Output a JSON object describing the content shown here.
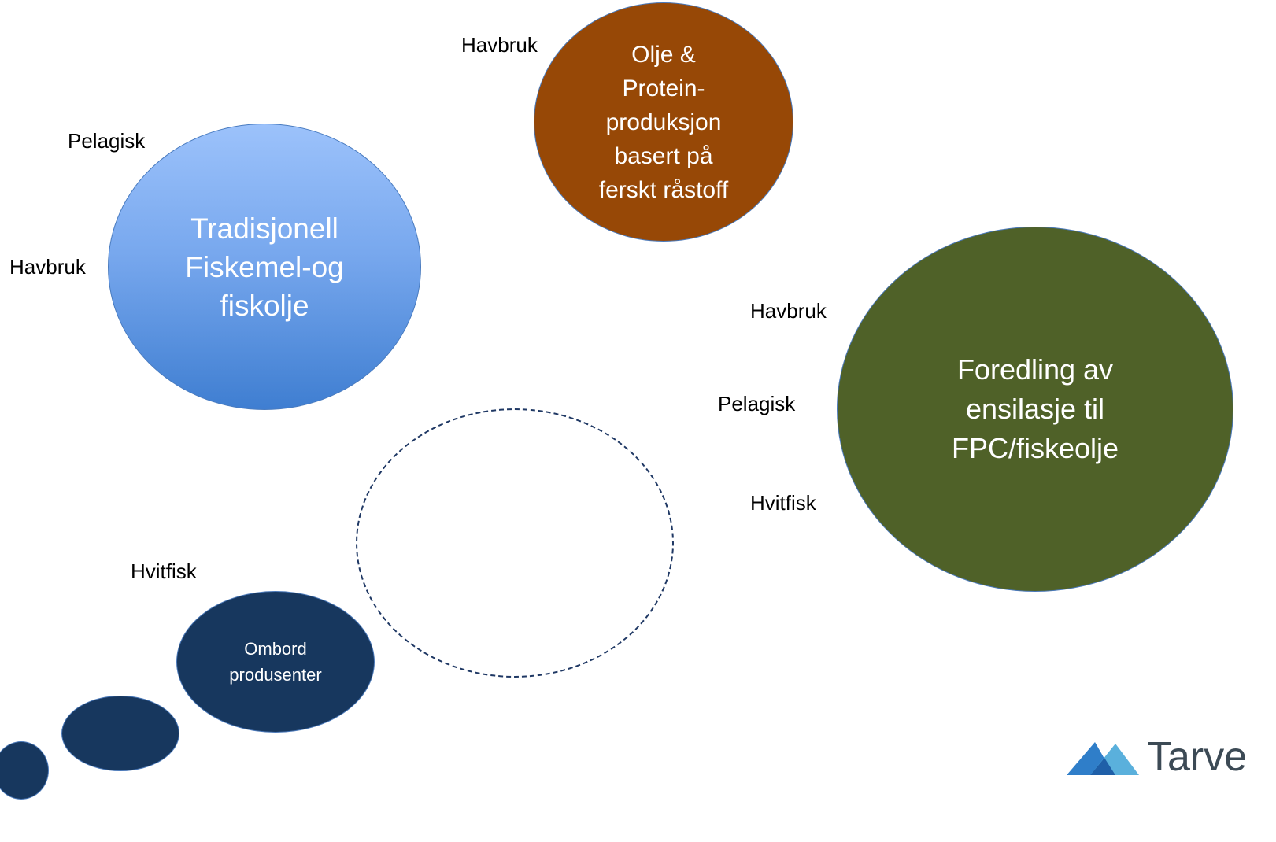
{
  "diagram": {
    "bubbles": {
      "traditional": {
        "text": "Tradisjonell\nFiskemel-og\nfiskolje"
      },
      "oil_protein": {
        "text": "Olje &\nProtein-\nproduksjon\nbasert på\nferskt råstoff"
      },
      "ensilage": {
        "text": "Foredling av\nensilasje til\nFPC/fiskeolje"
      },
      "onboard": {
        "text": "Ombord\nprodusenter"
      }
    },
    "labels": {
      "pelagisk_top": "Pelagisk",
      "havbruk_left": "Havbruk",
      "havbruk_top": "Havbruk",
      "havbruk_right": "Havbruk",
      "pelagisk_right": "Pelagisk",
      "hvitfisk_right": "Hvitfisk",
      "hvitfisk_left": "Hvitfisk"
    },
    "colors": {
      "traditional": "#78a8ee",
      "oil_protein": "#974806",
      "ensilage": "#4f6128",
      "onboard": "#17375e",
      "dashed_outline": "#1f3864"
    }
  },
  "logo": {
    "text": "Tarve",
    "icon": "mountain-logo-icon"
  }
}
